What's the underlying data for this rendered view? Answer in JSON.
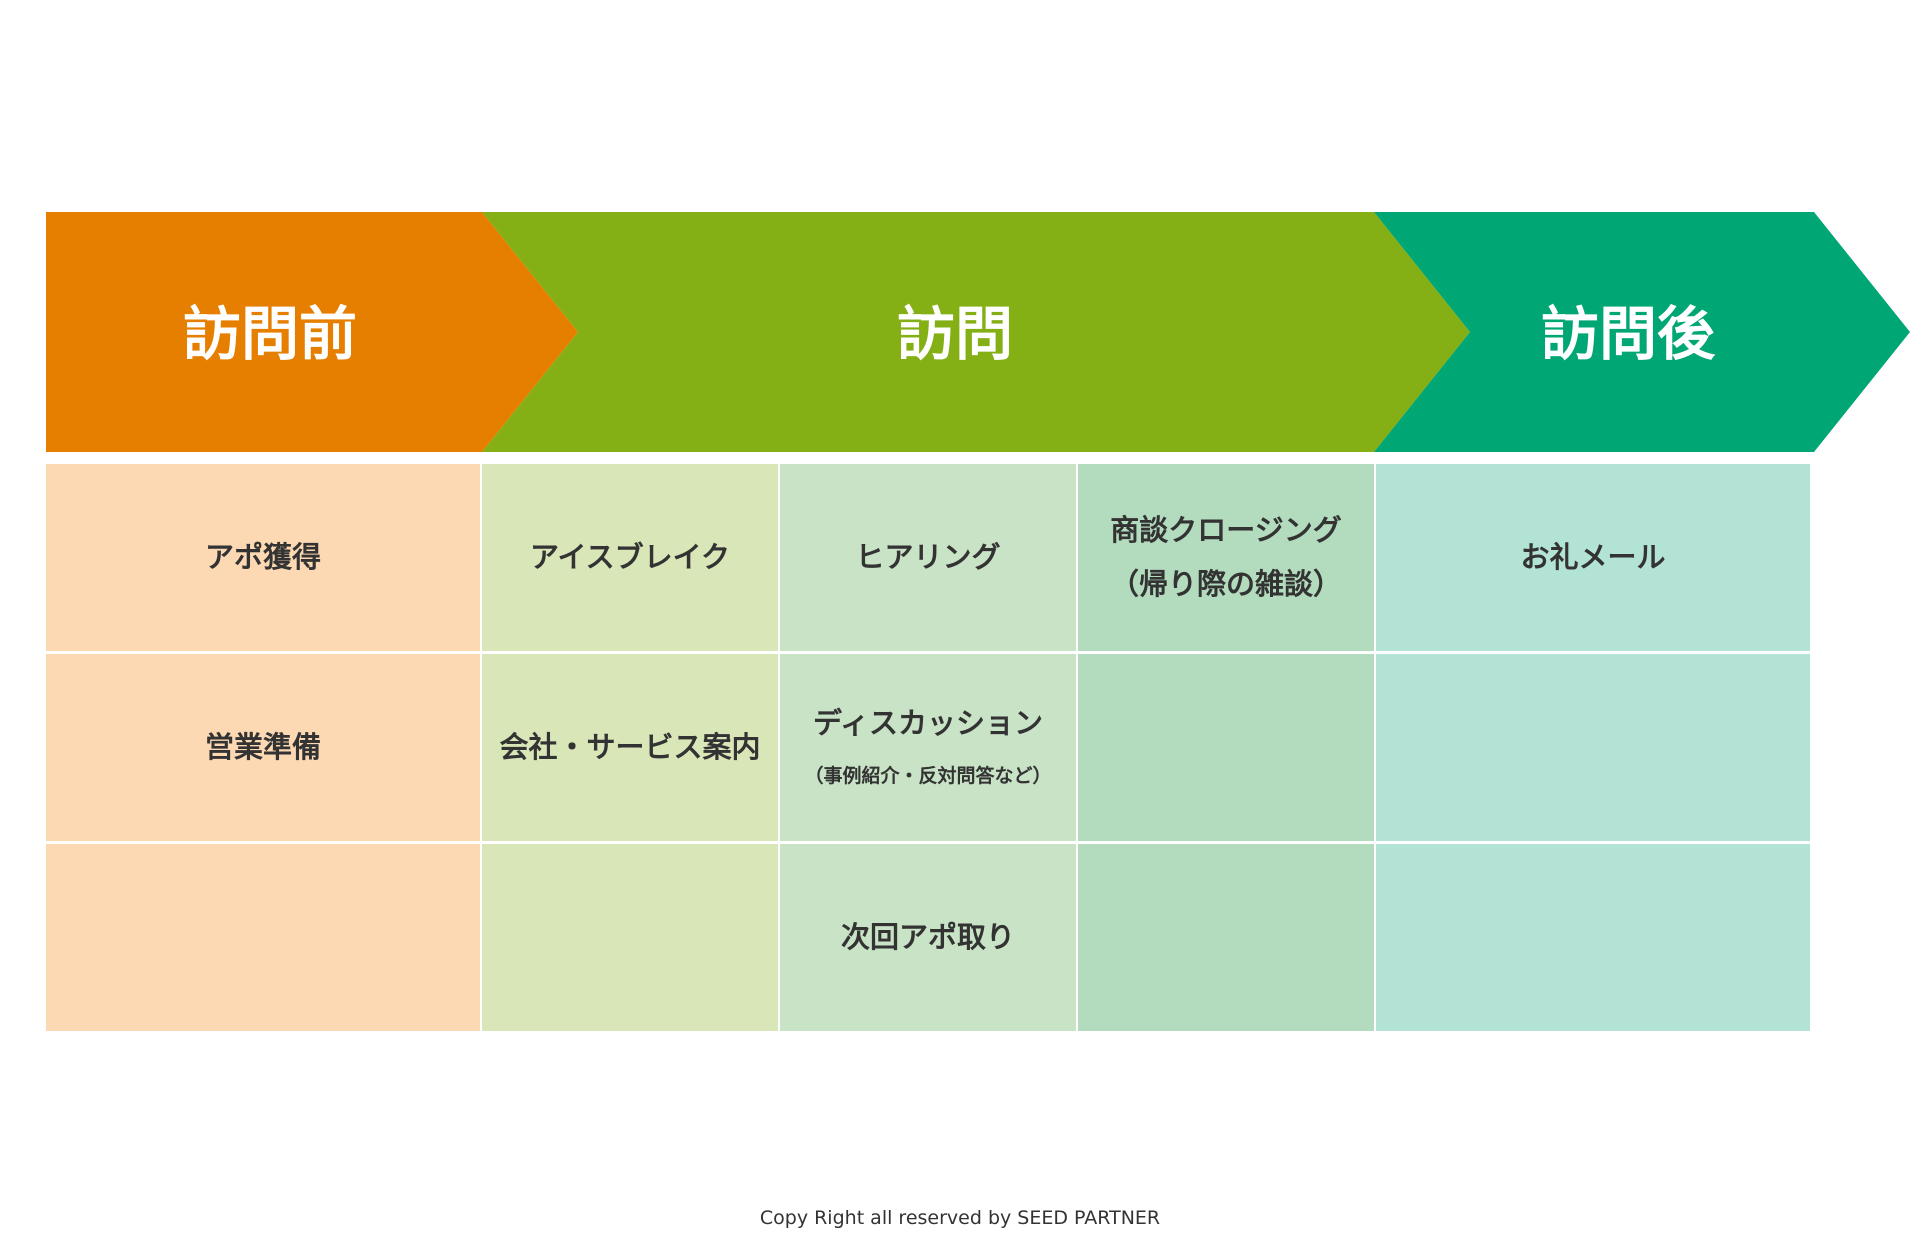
{
  "header": {
    "phases": [
      {
        "label": "訪問前",
        "color": "#e67e00"
      },
      {
        "label": "訪問",
        "color": "#84b016"
      },
      {
        "label": "訪問後",
        "color": "#00a673"
      }
    ]
  },
  "grid": {
    "columns": [
      {
        "color": "#fcd9b3",
        "cells": [
          {
            "main": "アポ獲得"
          },
          {
            "main": "営業準備"
          },
          {
            "main": ""
          }
        ]
      },
      {
        "color": "#d8e6b8",
        "cells": [
          {
            "main": "アイスブレイク"
          },
          {
            "main": "会社・サービス案内"
          },
          {
            "main": ""
          }
        ]
      },
      {
        "color": "#c8e3c5",
        "cells": [
          {
            "main": "ヒアリング"
          },
          {
            "main": "ディスカッション",
            "note": "（事例紹介・反対問答など）"
          },
          {
            "main": "次回アポ取り"
          }
        ]
      },
      {
        "color": "#b3dbbe",
        "cells": [
          {
            "main": "商談クロージング",
            "sub": "（帰り際の雑談）"
          },
          {
            "main": ""
          },
          {
            "main": ""
          }
        ]
      },
      {
        "color": "#b3e3d4",
        "cells": [
          {
            "main": "お礼メール"
          },
          {
            "main": ""
          },
          {
            "main": ""
          }
        ]
      }
    ]
  },
  "footer": {
    "copyright": "Copy Right all reserved by SEED PARTNER"
  }
}
